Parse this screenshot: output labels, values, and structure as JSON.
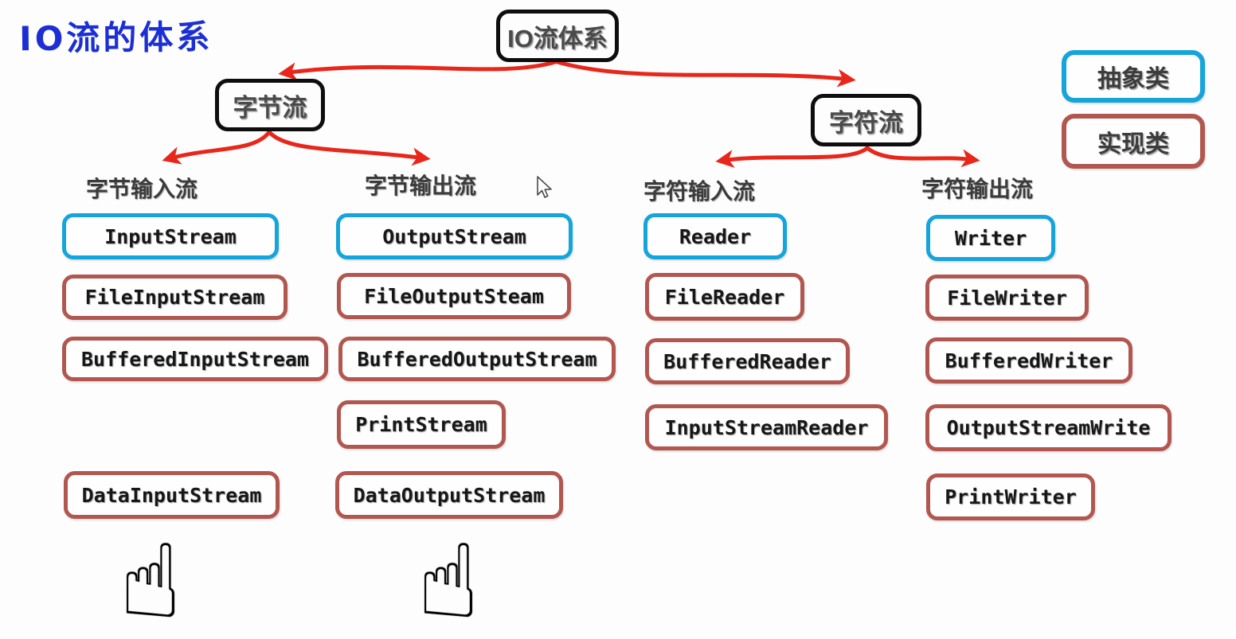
{
  "title": {
    "text": "IO流的体系"
  },
  "tree": {
    "root": {
      "label": "IO流体系"
    },
    "branches": [
      {
        "label": "字节流"
      },
      {
        "label": "字符流"
      }
    ]
  },
  "legend": {
    "abstract": {
      "label": "抽象类"
    },
    "implementation": {
      "label": "实现类"
    }
  },
  "columns": [
    {
      "heading": "字节输入流",
      "items": [
        {
          "label": "InputStream",
          "kind": "abstract"
        },
        {
          "label": "FileInputStream",
          "kind": "implementation"
        },
        {
          "label": "BufferedInputStream",
          "kind": "implementation"
        },
        {
          "label": "DataInputStream",
          "kind": "implementation"
        }
      ]
    },
    {
      "heading": "字节输出流",
      "items": [
        {
          "label": "OutputStream",
          "kind": "abstract"
        },
        {
          "label": "FileOutputSteam",
          "kind": "implementation"
        },
        {
          "label": "BufferedOutputStream",
          "kind": "implementation"
        },
        {
          "label": "PrintStream",
          "kind": "implementation"
        },
        {
          "label": "DataOutputStream",
          "kind": "implementation"
        }
      ]
    },
    {
      "heading": "字符输入流",
      "items": [
        {
          "label": "Reader",
          "kind": "abstract"
        },
        {
          "label": "FileReader",
          "kind": "implementation"
        },
        {
          "label": "BufferedReader",
          "kind": "implementation"
        },
        {
          "label": "InputStreamReader",
          "kind": "implementation"
        }
      ]
    },
    {
      "heading": "字符输出流",
      "items": [
        {
          "label": "Writer",
          "kind": "abstract"
        },
        {
          "label": "FileWriter",
          "kind": "implementation"
        },
        {
          "label": "BufferedWriter",
          "kind": "implementation"
        },
        {
          "label": "OutputStreamWrite",
          "kind": "implementation"
        },
        {
          "label": "PrintWriter",
          "kind": "implementation"
        }
      ]
    }
  ],
  "icons": {
    "hand_up_glyph": "☝",
    "mouse_cursor": "arrow-pointer"
  },
  "colors": {
    "abstract_border": "#15a4db",
    "implementation_border": "#b25750",
    "node_border": "#0e0e0e",
    "arrow_red": "#e8261a",
    "title_blue": "#1c2fd4"
  }
}
